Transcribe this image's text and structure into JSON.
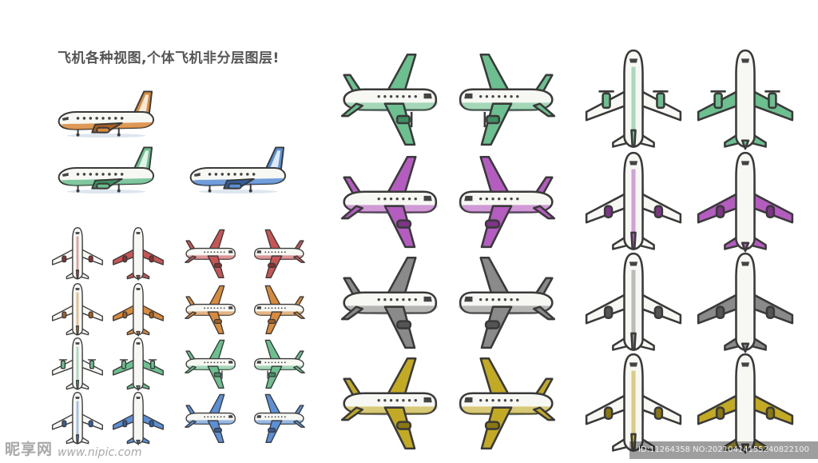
{
  "title": "飞机各种视图,个体飞机非分层图层!",
  "watermark": {
    "logo_text": "昵享网",
    "site": "www.nipic.com",
    "id_text": "ID:11264358 NO:20210414155240822100"
  },
  "colors": {
    "outline": "#3a3a3a",
    "body": "#f7f7f4",
    "window": "#444444",
    "shadow": "#9fb6d4"
  },
  "planes": [
    {
      "view": "side",
      "scheme": "orange",
      "icon": "airliner-side-icon"
    },
    {
      "view": "side",
      "scheme": "green",
      "icon": "airliner-side-icon"
    },
    {
      "view": "side",
      "scheme": "blue",
      "icon": "airliner-side-icon"
    },
    {
      "view": "top",
      "scheme": "red",
      "icon": "airliner-top-icon"
    },
    {
      "view": "bottom",
      "scheme": "red",
      "icon": "airliner-bottom-icon"
    },
    {
      "view": "angled-right",
      "scheme": "red",
      "icon": "airliner-angled-icon"
    },
    {
      "view": "angled-left",
      "scheme": "red",
      "icon": "airliner-angled-icon"
    },
    {
      "view": "top",
      "scheme": "orange",
      "icon": "airliner-top-icon"
    },
    {
      "view": "bottom",
      "scheme": "orange",
      "icon": "airliner-bottom-icon"
    },
    {
      "view": "angled-right",
      "scheme": "orange",
      "icon": "airliner-angled-icon"
    },
    {
      "view": "angled-left",
      "scheme": "orange",
      "icon": "airliner-angled-icon"
    },
    {
      "view": "top",
      "scheme": "green",
      "icon": "prop-plane-top-icon"
    },
    {
      "view": "bottom",
      "scheme": "green",
      "icon": "prop-plane-bottom-icon"
    },
    {
      "view": "angled-right",
      "scheme": "green",
      "icon": "prop-plane-angled-icon"
    },
    {
      "view": "angled-left",
      "scheme": "green",
      "icon": "prop-plane-angled-icon"
    },
    {
      "view": "top",
      "scheme": "blue",
      "icon": "airliner-top-icon"
    },
    {
      "view": "bottom",
      "scheme": "blue",
      "icon": "airliner-bottom-icon"
    },
    {
      "view": "angled-right",
      "scheme": "blue",
      "icon": "airliner-angled-icon"
    },
    {
      "view": "angled-left",
      "scheme": "blue",
      "icon": "airliner-angled-icon"
    },
    {
      "view": "angled-right",
      "scheme": "green",
      "icon": "prop-plane-angled-icon"
    },
    {
      "view": "angled-left",
      "scheme": "green",
      "icon": "prop-plane-angled-icon"
    },
    {
      "view": "top",
      "scheme": "green",
      "icon": "prop-plane-top-icon"
    },
    {
      "view": "bottom",
      "scheme": "green",
      "icon": "prop-plane-bottom-icon"
    },
    {
      "view": "angled-right",
      "scheme": "purple",
      "icon": "airliner-angled-icon"
    },
    {
      "view": "angled-left",
      "scheme": "purple",
      "icon": "airliner-angled-icon"
    },
    {
      "view": "top",
      "scheme": "purple",
      "icon": "airliner-top-icon"
    },
    {
      "view": "bottom",
      "scheme": "purple",
      "icon": "airliner-bottom-icon"
    },
    {
      "view": "angled-right",
      "scheme": "gray",
      "icon": "airliner-angled-icon"
    },
    {
      "view": "angled-left",
      "scheme": "gray",
      "icon": "airliner-angled-icon"
    },
    {
      "view": "top",
      "scheme": "gray",
      "icon": "airliner-top-icon"
    },
    {
      "view": "bottom",
      "scheme": "gray",
      "icon": "airliner-bottom-icon"
    },
    {
      "view": "angled-right",
      "scheme": "olive",
      "icon": "airliner-angled-icon"
    },
    {
      "view": "angled-left",
      "scheme": "olive",
      "icon": "airliner-angled-icon"
    },
    {
      "view": "top",
      "scheme": "olive",
      "icon": "airliner-top-icon"
    },
    {
      "view": "bottom",
      "scheme": "olive",
      "icon": "airliner-bottom-icon"
    }
  ],
  "schemes": {
    "orange": {
      "accent": "#d98a3a",
      "accent_dark": "#a85f22"
    },
    "green": {
      "accent": "#6cc08f",
      "accent_dark": "#3f8f62"
    },
    "blue": {
      "accent": "#5b8fd6",
      "accent_dark": "#335f9e"
    },
    "red": {
      "accent": "#c85555",
      "accent_dark": "#8e3030"
    },
    "purple": {
      "accent": "#b45cc0",
      "accent_dark": "#7e3586"
    },
    "gray": {
      "accent": "#8a8a8a",
      "accent_dark": "#555555"
    },
    "olive": {
      "accent": "#c2aa25",
      "accent_dark": "#8a780f"
    }
  }
}
